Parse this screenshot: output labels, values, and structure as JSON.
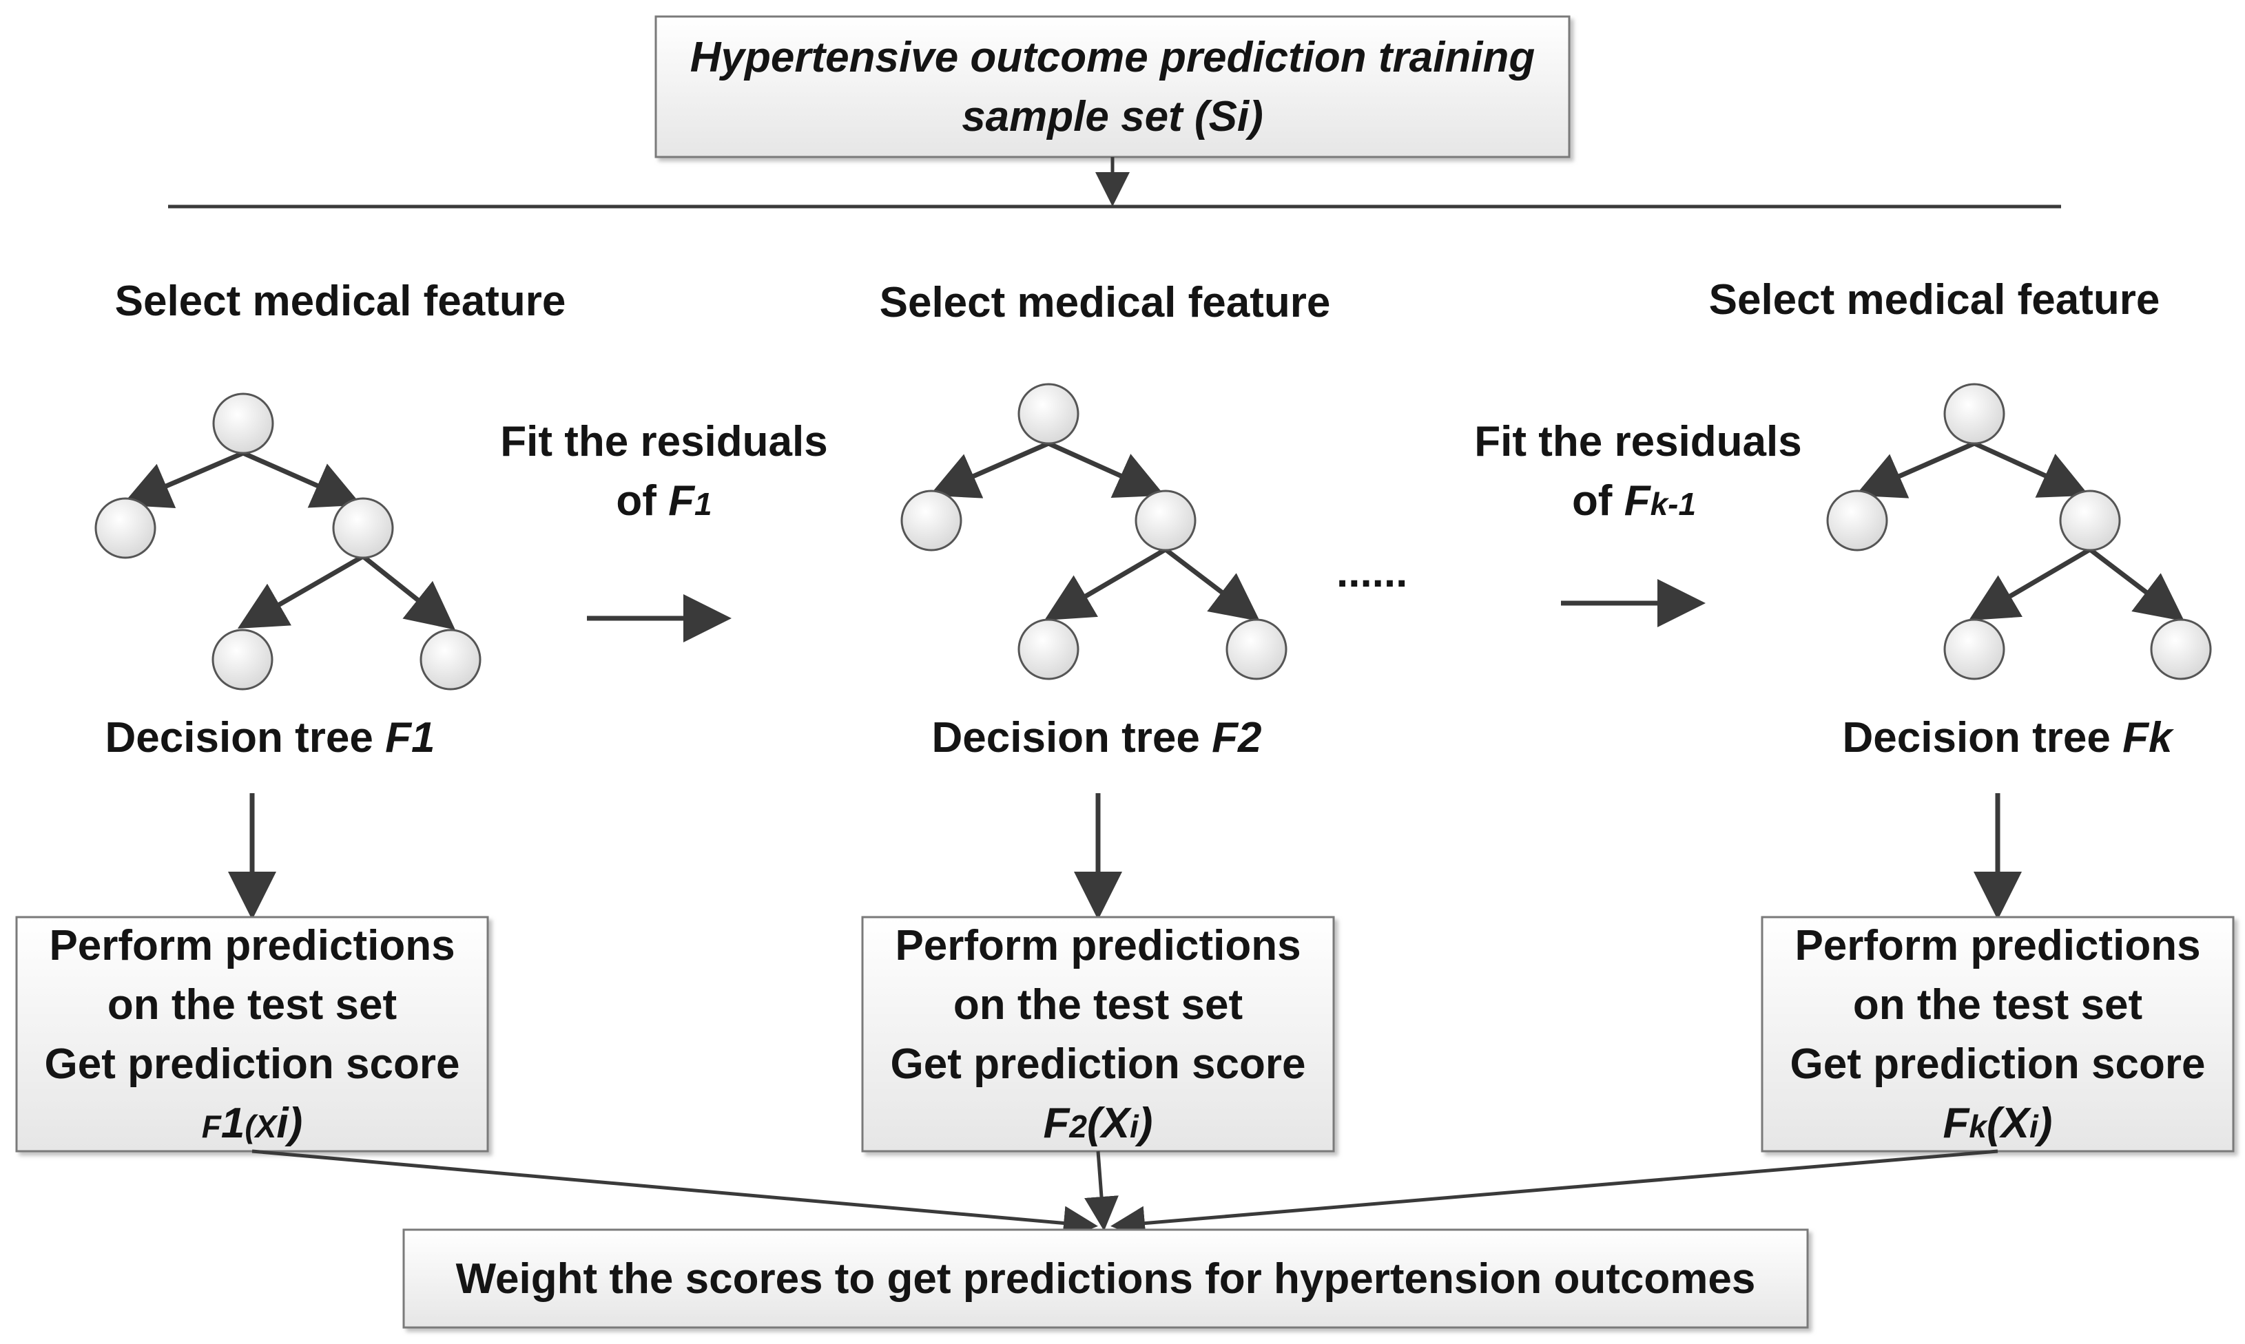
{
  "title_box": {
    "line1": "Hypertensive outcome prediction training",
    "line2": "sample set (Si)"
  },
  "trees": [
    {
      "select_label": "Select medical feature",
      "tree_label_prefix": "Decision tree ",
      "tree_label_name": "F1",
      "pred_line1": "Perform predictions",
      "pred_line2": "on the test set",
      "pred_line3": "Get prediction score",
      "score_func": "F",
      "score_func_sub": "1",
      "score_paren_open": "(X",
      "score_var_sub": "i",
      "score_paren_close": ")"
    },
    {
      "select_label": "Select medical feature",
      "tree_label_prefix": "Decision tree ",
      "tree_label_name": "F2",
      "pred_line1": "Perform predictions",
      "pred_line2": "on the test set",
      "pred_line3": "Get prediction score",
      "score_func": "F",
      "score_func_sub": "2",
      "score_paren_open": "(X",
      "score_var_sub": "i",
      "score_paren_close": ")"
    },
    {
      "select_label": "Select medical feature",
      "tree_label_prefix": "Decision tree ",
      "tree_label_name": "Fk",
      "pred_line1": "Perform predictions",
      "pred_line2": "on the test set",
      "pred_line3": "Get prediction score",
      "score_func": "F",
      "score_func_sub": "k",
      "score_paren_open": "(X",
      "score_var_sub": "i",
      "score_paren_close": ")"
    }
  ],
  "residual_labels": [
    {
      "line1": "Fit the residuals",
      "line2_prefix": "of ",
      "line2_var": "F",
      "line2_sub": "1"
    },
    {
      "line1": "Fit the residuals",
      "line2_prefix": "of ",
      "line2_var": "F",
      "line2_sub": "k-1"
    }
  ],
  "ellipsis": "......",
  "bottom_box": {
    "label": "Weight the scores to get predictions for hypertension outcomes"
  },
  "colors": {
    "line": "#3a3a3a",
    "box_fill_top": "#ffffff",
    "box_fill_bottom": "#e8e8e8",
    "box_stroke": "#7a7a7a",
    "node_fill_top": "#ffffff",
    "node_fill_bottom": "#d9d9d9"
  }
}
